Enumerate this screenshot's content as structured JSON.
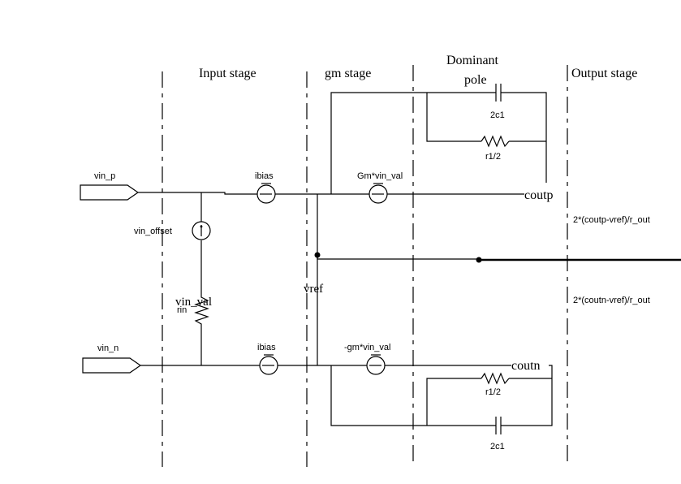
{
  "stages": {
    "input": "Input stage",
    "gm": "gm stage",
    "dominant_line1": "Dominant",
    "dominant_line2": "pole",
    "output": "Output stage"
  },
  "ports": {
    "vin_p": "vin_p",
    "vin_n": "vin_n"
  },
  "labels": {
    "vin_offset": "vin_offset",
    "vin_val": "vin_val",
    "rin": "rin",
    "vref": "vref",
    "ibias_top": "ibias",
    "ibias_bottom": "ibias",
    "gm_top": "Gm*vin_val",
    "gm_bottom": "-gm*vin_val",
    "coutp": "coutp",
    "coutn": "coutn",
    "cap_top": "2c1",
    "res_top": "r1/2",
    "cap_bottom": "2c1",
    "res_bottom": "r1/2",
    "out_p_expr": "2*(coutp-vref)/r_out",
    "out_n_expr": "2*(coutn-vref)/r_out"
  },
  "icons": [
    "input-port-icon",
    "current-source-icon",
    "resistor-icon",
    "capacitor-icon",
    "junction-dot-icon"
  ]
}
